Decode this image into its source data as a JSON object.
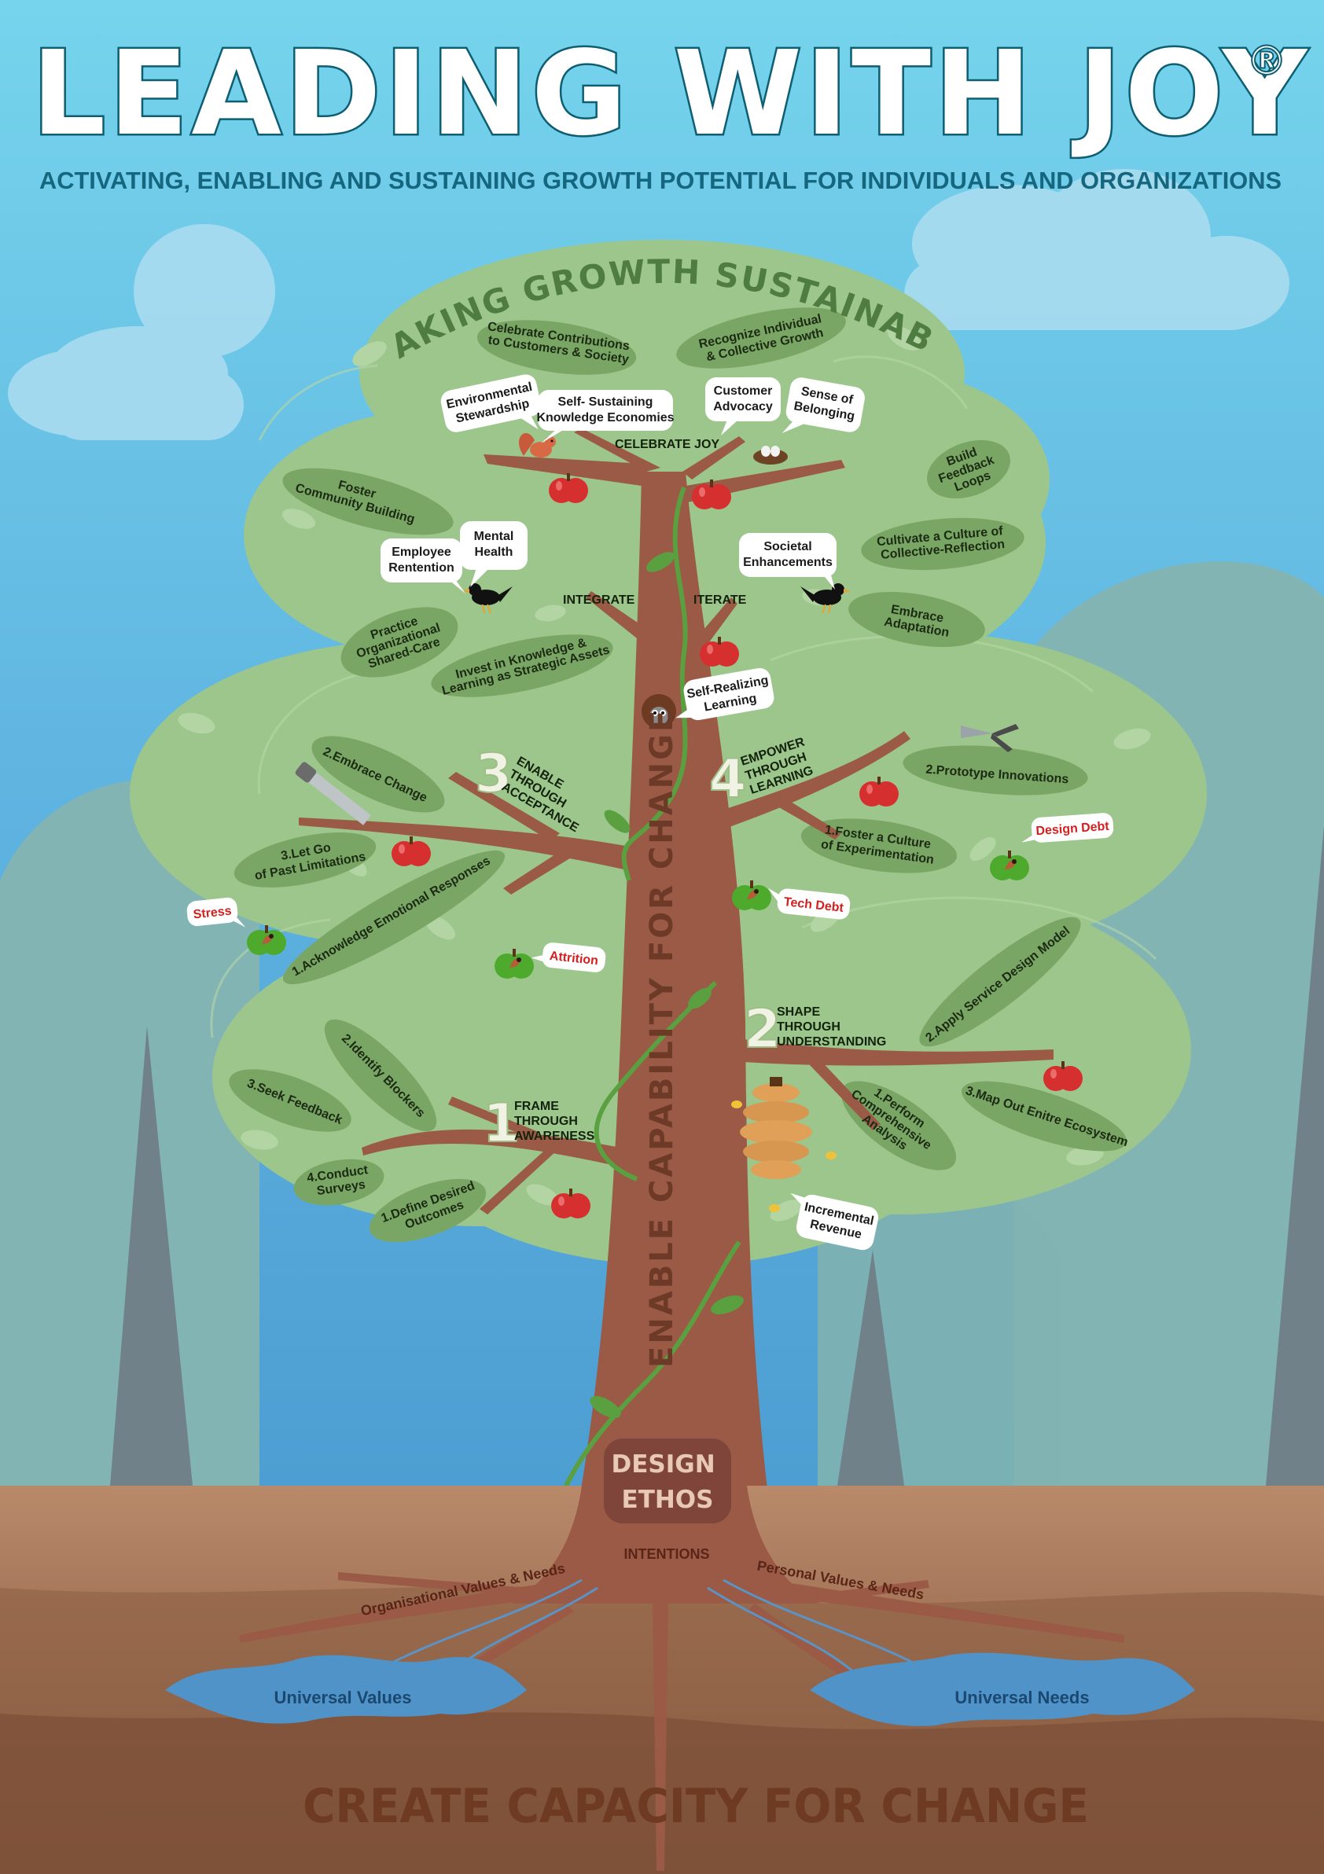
{
  "title": "LEADING WITH JOY",
  "registered_mark": "®",
  "subtitle": "ACTIVATING, ENABLING AND SUSTAINING GROWTH POTENTIAL FOR INDIVIDUALS AND ORGANIZATIONS",
  "canopy_title": "MAKING GROWTH SUSTAINABLE",
  "trunk_label": "ENABLE CAPABILITY FOR CHANGE",
  "design_ethos": [
    "DESIGN",
    "ETHOS"
  ],
  "intentions": "INTENTIONS",
  "roots": {
    "organisational": "Organisational Values & Needs",
    "personal": "Personal Values & Needs"
  },
  "water": {
    "values": "Universal Values",
    "needs": "Universal Needs"
  },
  "bottom_title": "CREATE CAPACITY FOR CHANGE",
  "top_branch": {
    "celebrate": "CELEBRATE JOY",
    "integrate": "INTEGRATE",
    "iterate": "ITERATE"
  },
  "stages": {
    "s1": {
      "number": "1",
      "lines": [
        "FRAME",
        "THROUGH",
        "AWARENESS"
      ]
    },
    "s2": {
      "number": "2",
      "lines": [
        "SHAPE",
        "THROUGH",
        "UNDERSTANDING"
      ]
    },
    "s3": {
      "number": "3",
      "lines": [
        "ENABLE",
        "THROUGH",
        "ACCEPTANCE"
      ]
    },
    "s4": {
      "number": "4",
      "lines": [
        "EMPOWER",
        "THROUGH",
        "LEARNING"
      ]
    }
  },
  "leaves": {
    "celebrate_contributions": [
      "Celebrate Contributions",
      "to Customers & Society"
    ],
    "recognize": [
      "Recognize Individual",
      "& Collective Growth"
    ],
    "foster_community": [
      "Foster",
      "Community Building"
    ],
    "build_feedback": [
      "Build",
      "Feedback",
      "Loops"
    ],
    "cultivate": [
      "Cultivate a Culture of",
      "Collective-Reflection"
    ],
    "embrace_adaptation": [
      "Embrace",
      "Adaptation"
    ],
    "practice_shared_care": [
      "Practice",
      "Organizational",
      "Shared-Care"
    ],
    "invest_knowledge": [
      "Invest in Knowledge &",
      "Learning as Strategic Assets"
    ],
    "embrace_change": "2.Embrace Change",
    "let_go": [
      "3.Let Go",
      "of Past Limitations"
    ],
    "acknowledge": "1.Acknowledge Emotional Responses",
    "prototype": "2.Prototype Innovations",
    "foster_experimentation": [
      "1.Foster a Culture",
      "of Experimentation"
    ],
    "identify_blockers": "2.Identify Blockers",
    "seek_feedback": "3.Seek Feedback",
    "conduct_surveys": [
      "4.Conduct",
      "Surveys"
    ],
    "define_outcomes": [
      "1.Define Desired",
      "Outcomes"
    ],
    "service_design": "2.Apply Service Design Model",
    "map_ecosystem": "3.Map Out Enitre Ecosystem",
    "comprehensive": [
      "1.Perform",
      "Comprehensive",
      "Analysis"
    ]
  },
  "bubbles": {
    "environmental": [
      "Environmental",
      "Stewardship"
    ],
    "self_sustaining": [
      "Self- Sustaining",
      "Knowledge Economies"
    ],
    "customer_advocacy": [
      "Customer",
      "Advocacy"
    ],
    "belonging": [
      "Sense of",
      "Belonging"
    ],
    "retention": [
      "Employee",
      "Rentention"
    ],
    "mental_health": [
      "Mental",
      "Health"
    ],
    "societal": [
      "Societal",
      "Enhancements"
    ],
    "self_realizing": [
      "Self-Realizing",
      "Learning"
    ],
    "incremental": [
      "Incremental",
      "Revenue"
    ]
  },
  "debts": {
    "stress": "Stress",
    "attrition": "Attrition",
    "tech_debt": "Tech Debt",
    "design_debt": "Design Debt"
  },
  "colors": {
    "sky_top": "#76d4ec",
    "sky_bottom": "#4d9ed2",
    "canopy": "#9dc68c",
    "leaf": "#6e9a5c",
    "trunk": "#9a5a45",
    "soil": "#a47458",
    "water": "#4f93c8",
    "apple_red": "#d62f2f",
    "apple_green": "#4daa2d",
    "title_outline": "#0e5e72"
  }
}
